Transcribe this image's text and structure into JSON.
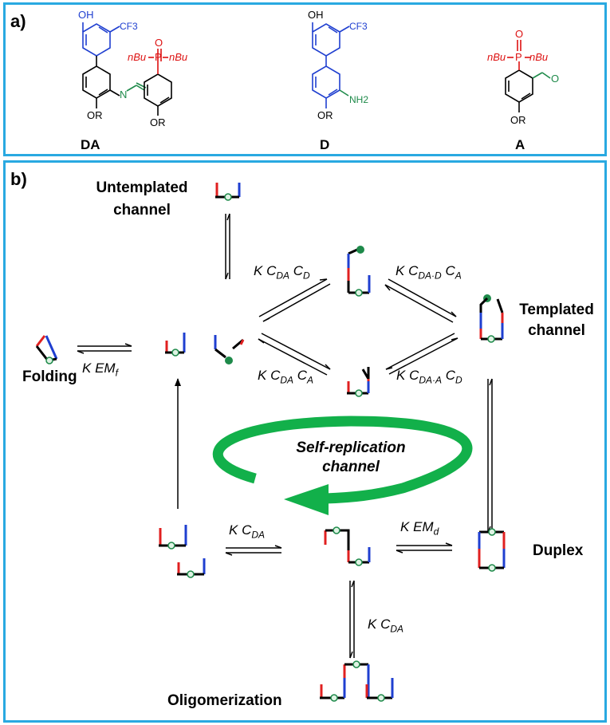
{
  "panel_a": {
    "label": "a)",
    "molecules": [
      {
        "name": "DA",
        "oh": "OH",
        "cf3": "CF3",
        "or1": "OR",
        "or2": "OR",
        "n": "N",
        "o": "O",
        "pbu_left": "nBu",
        "p": "P",
        "pbu_right": "nBu"
      },
      {
        "name": "D",
        "oh": "OH",
        "cf3": "CF3",
        "or1": "OR",
        "nh2": "NH2"
      },
      {
        "name": "A",
        "o": "O",
        "pbu_left": "nBu",
        "p": "P",
        "pbu_right": "nBu",
        "ald_o": "O",
        "or1": "OR"
      }
    ]
  },
  "panel_b": {
    "label": "b)",
    "labels": {
      "untemplated": [
        "Untemplated",
        "channel"
      ],
      "templated": [
        "Templated",
        "channel"
      ],
      "folding": "Folding",
      "duplex": "Duplex",
      "oligomerization": "Oligomerization",
      "self_replication": [
        "Self-replication",
        "channel"
      ]
    },
    "rates": {
      "k_cda_cd": {
        "k": "K",
        "c1": "C",
        "s1": "DA",
        "c2": "C",
        "s2": "D"
      },
      "k_cdad_ca": {
        "k": "K",
        "c1": "C",
        "s1": "DA·D",
        "c2": "C",
        "s2": "A"
      },
      "k_emf": {
        "k": "K",
        "em": "EM",
        "s1": "f"
      },
      "k_cda_ca": {
        "k": "K",
        "c1": "C",
        "s1": "DA",
        "c2": "C",
        "s2": "A"
      },
      "k_cdaa_cd": {
        "k": "K",
        "c1": "C",
        "s1": "DA·A",
        "c2": "C",
        "s2": "D"
      },
      "k_cda_left": {
        "k": "K",
        "c1": "C",
        "s1": "DA"
      },
      "k_emd": {
        "k": "K",
        "em": "EM",
        "s1": "d"
      },
      "k_cda_bottom": {
        "k": "K",
        "c1": "C",
        "s1": "DA"
      }
    },
    "colors": {
      "red": "#e02020",
      "blue": "#1f3fd0",
      "green": "#1e8a4a",
      "arrow_green": "#12b04a",
      "frame": "#29a9e1"
    }
  }
}
